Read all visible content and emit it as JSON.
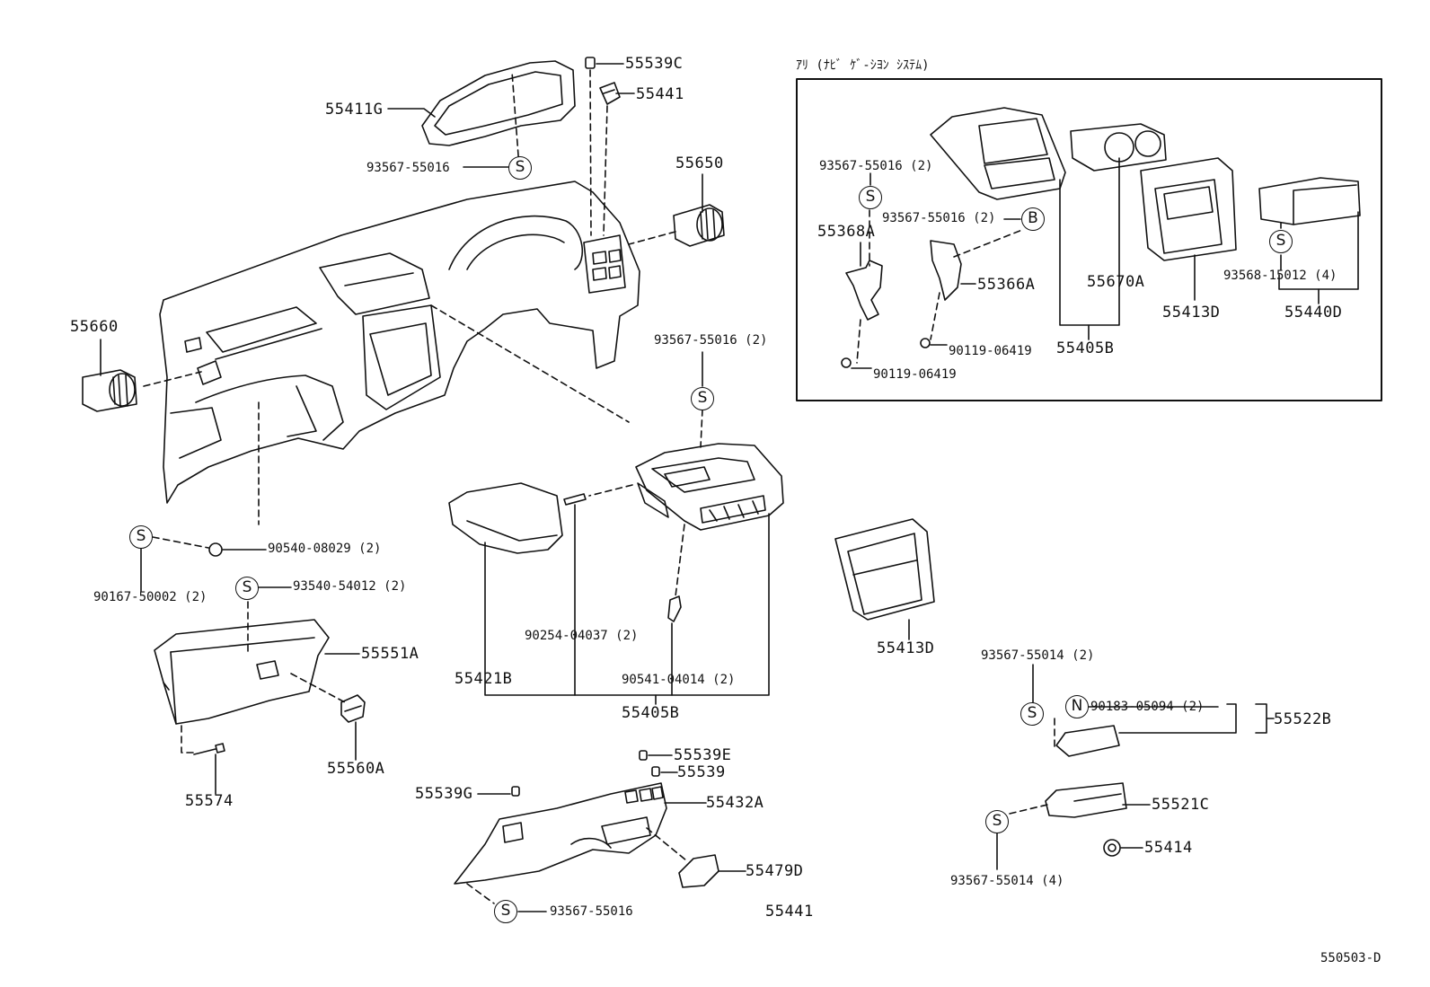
{
  "diagram": {
    "drawing_code": "550503-D",
    "inset_title": "ｱﾘ (ﾅﾋﾞ ｹﾞ-ｼﾖﾝ ｼｽﾃﾑ)",
    "badges": {
      "s": "S",
      "b": "B",
      "n": "N"
    },
    "parts": {
      "p55539C": "55539C",
      "p55441_top": "55441",
      "p55411G": "55411G",
      "p93567_55016_top": "93567-55016",
      "p55650": "55650",
      "p55660": "55660",
      "p90540_08029": "90540-08029 (2)",
      "p90167_50002": "90167-50002 (2)",
      "p93540_54012": "93540-54012 (2)",
      "p55551A": "55551A",
      "p55560A": "55560A",
      "p55574": "55574",
      "p93567_55016_mid": "93567-55016 (2)",
      "p55421B": "55421B",
      "p90254_04037": "90254-04037 (2)",
      "p90541_04014": "90541-04014 (2)",
      "p55405B_main": "55405B",
      "p55539E": "55539E",
      "p55539": "55539",
      "p55539G": "55539G",
      "p55432A": "55432A",
      "p55479D": "55479D",
      "p93567_55016_bot": "93567-55016",
      "p55441_bot": "55441",
      "p55413D_mid": "55413D",
      "p93567_55014_a": "93567-55014 (2)",
      "p90183_05094": "90183-05094 (2)",
      "p55522B": "55522B",
      "p55521C": "55521C",
      "p55414": "55414",
      "p93567_55014_b": "93567-55014 (4)",
      "i93567_55016_a": "93567-55016 (2)",
      "i93567_55016_b": "93567-55016 (2)",
      "i55368A": "55368A",
      "i55366A": "55366A",
      "i55670A": "55670A",
      "i55413D": "55413D",
      "i93568_15012": "93568-15012 (4)",
      "i55440D": "55440D",
      "i90119_06419_a": "90119-06419",
      "i90119_06419_b": "90119-06419",
      "i55405B": "55405B"
    }
  }
}
